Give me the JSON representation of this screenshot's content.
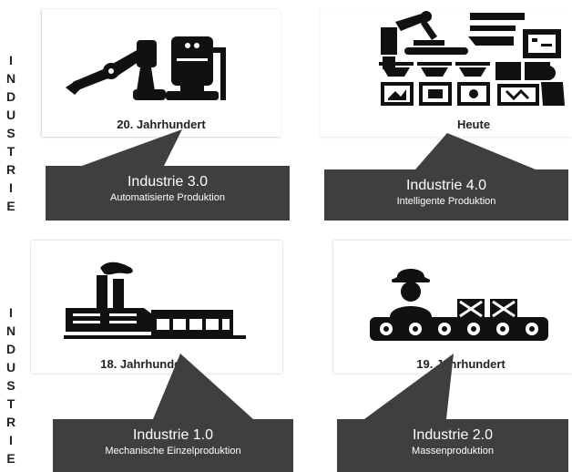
{
  "side_label": [
    "I",
    "N",
    "D",
    "U",
    "S",
    "T",
    "R",
    "I",
    "E"
  ],
  "cards": {
    "top_left": {
      "era": "20. Jahrhundert",
      "icon": "robot-arm-icon"
    },
    "top_right": {
      "era": "Heute",
      "icon": "smart-factory-icon"
    },
    "bottom_left": {
      "era": "18. Jahrhundert",
      "icon": "factory-icon"
    },
    "bottom_right": {
      "era": "19. Jahrhundert",
      "icon": "assembly-line-worker-icon"
    }
  },
  "callouts": {
    "i30": {
      "title": "Industrie 3.0",
      "subtitle": "Automatisierte Produktion"
    },
    "i40": {
      "title": "Industrie 4.0",
      "subtitle": "Intelligente Produktion"
    },
    "i10": {
      "title": "Industrie 1.0",
      "subtitle": "Mechanische Einzelproduktion"
    },
    "i20": {
      "title": "Industrie 2.0",
      "subtitle": "Massenproduktion"
    }
  },
  "colors": {
    "callout_bg": "#3f3f3f",
    "icon": "#111111",
    "text": "#222222"
  }
}
